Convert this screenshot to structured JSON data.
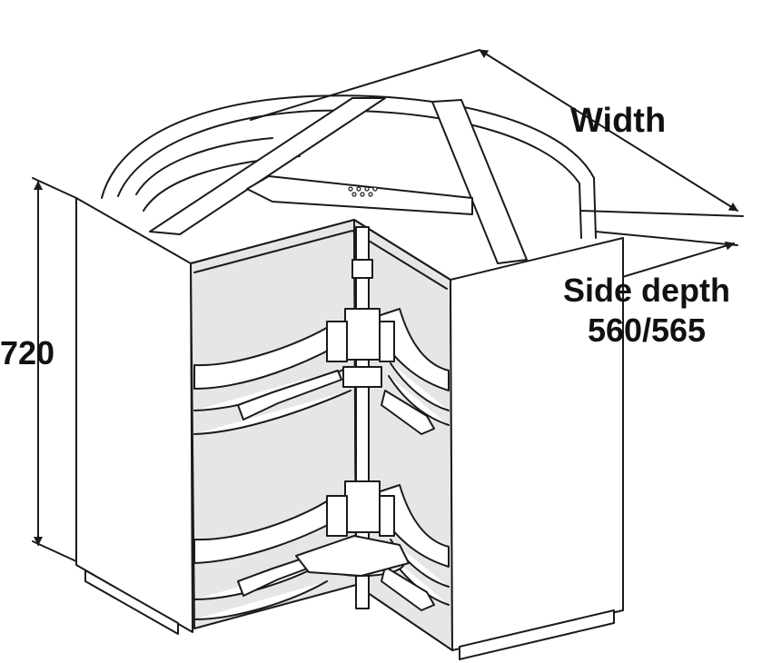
{
  "dimensions": {
    "height": "720",
    "width": "Width",
    "side_depth_title": "Side depth",
    "side_depth_value": "560/565"
  },
  "colors": {
    "line": "#1a1a1a",
    "interior": "#e6e6e6",
    "panel": "#ffffff"
  },
  "icons": [
    "dimension-arrow-icon"
  ]
}
